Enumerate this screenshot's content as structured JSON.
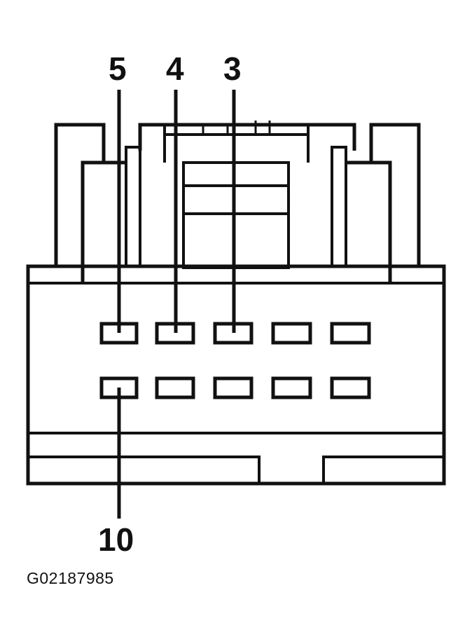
{
  "callouts": {
    "pin_5": "5",
    "pin_4": "4",
    "pin_3": "3",
    "pin_10": "10"
  },
  "figure_id": "G02187985",
  "colors": {
    "line": "#111111",
    "fill": "#ffffff"
  }
}
